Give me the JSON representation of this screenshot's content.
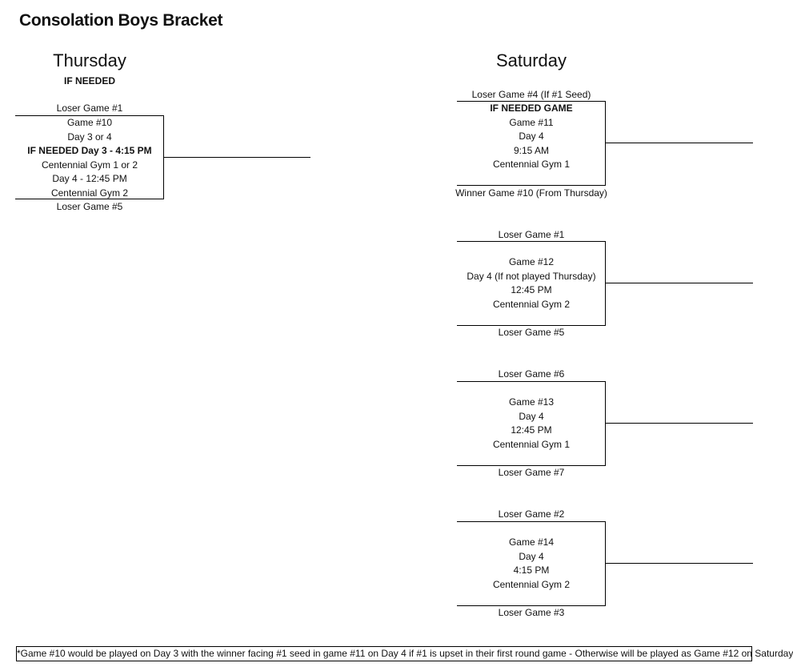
{
  "title": "Consolation Boys Bracket",
  "thursday": {
    "heading": "Thursday",
    "subheading": "IF NEEDED",
    "game10": {
      "top_label": "Loser Game #1",
      "lines": [
        "Game #10",
        "Day 3 or 4",
        "IF NEEDED Day 3 - 4:15 PM",
        "Centennial Gym 1 or 2",
        "Day 4 - 12:45 PM",
        "Centennial Gym 2"
      ],
      "bottom_label": "Loser Game #5"
    }
  },
  "saturday": {
    "heading": "Saturday",
    "games": [
      {
        "top_label": "Loser Game #4 (If #1 Seed)",
        "lines": [
          "IF NEEDED GAME",
          "Game #11",
          "Day 4",
          "9:15 AM",
          "Centennial Gym 1"
        ],
        "bottom_label": "Winner Game #10 (From Thursday)"
      },
      {
        "top_label": "Loser Game #1",
        "lines": [
          "Game #12",
          "Day 4 (If not played Thursday)",
          "12:45 PM",
          "Centennial Gym 2"
        ],
        "bottom_label": "Loser Game #5"
      },
      {
        "top_label": "Loser Game #6",
        "lines": [
          "Game #13",
          "Day 4",
          "12:45 PM",
          "Centennial Gym 1"
        ],
        "bottom_label": "Loser Game #7"
      },
      {
        "top_label": "Loser Game #2",
        "lines": [
          "Game #14",
          "Day 4",
          "4:15 PM",
          "Centennial Gym 2"
        ],
        "bottom_label": "Loser Game #3"
      }
    ]
  },
  "footnote": "*Game #10 would be played on Day 3 with the winner facing #1 seed in game #11 on Day 4 if #1 is upset in their first round game - Otherwise will be played as Game #12 on Saturday"
}
